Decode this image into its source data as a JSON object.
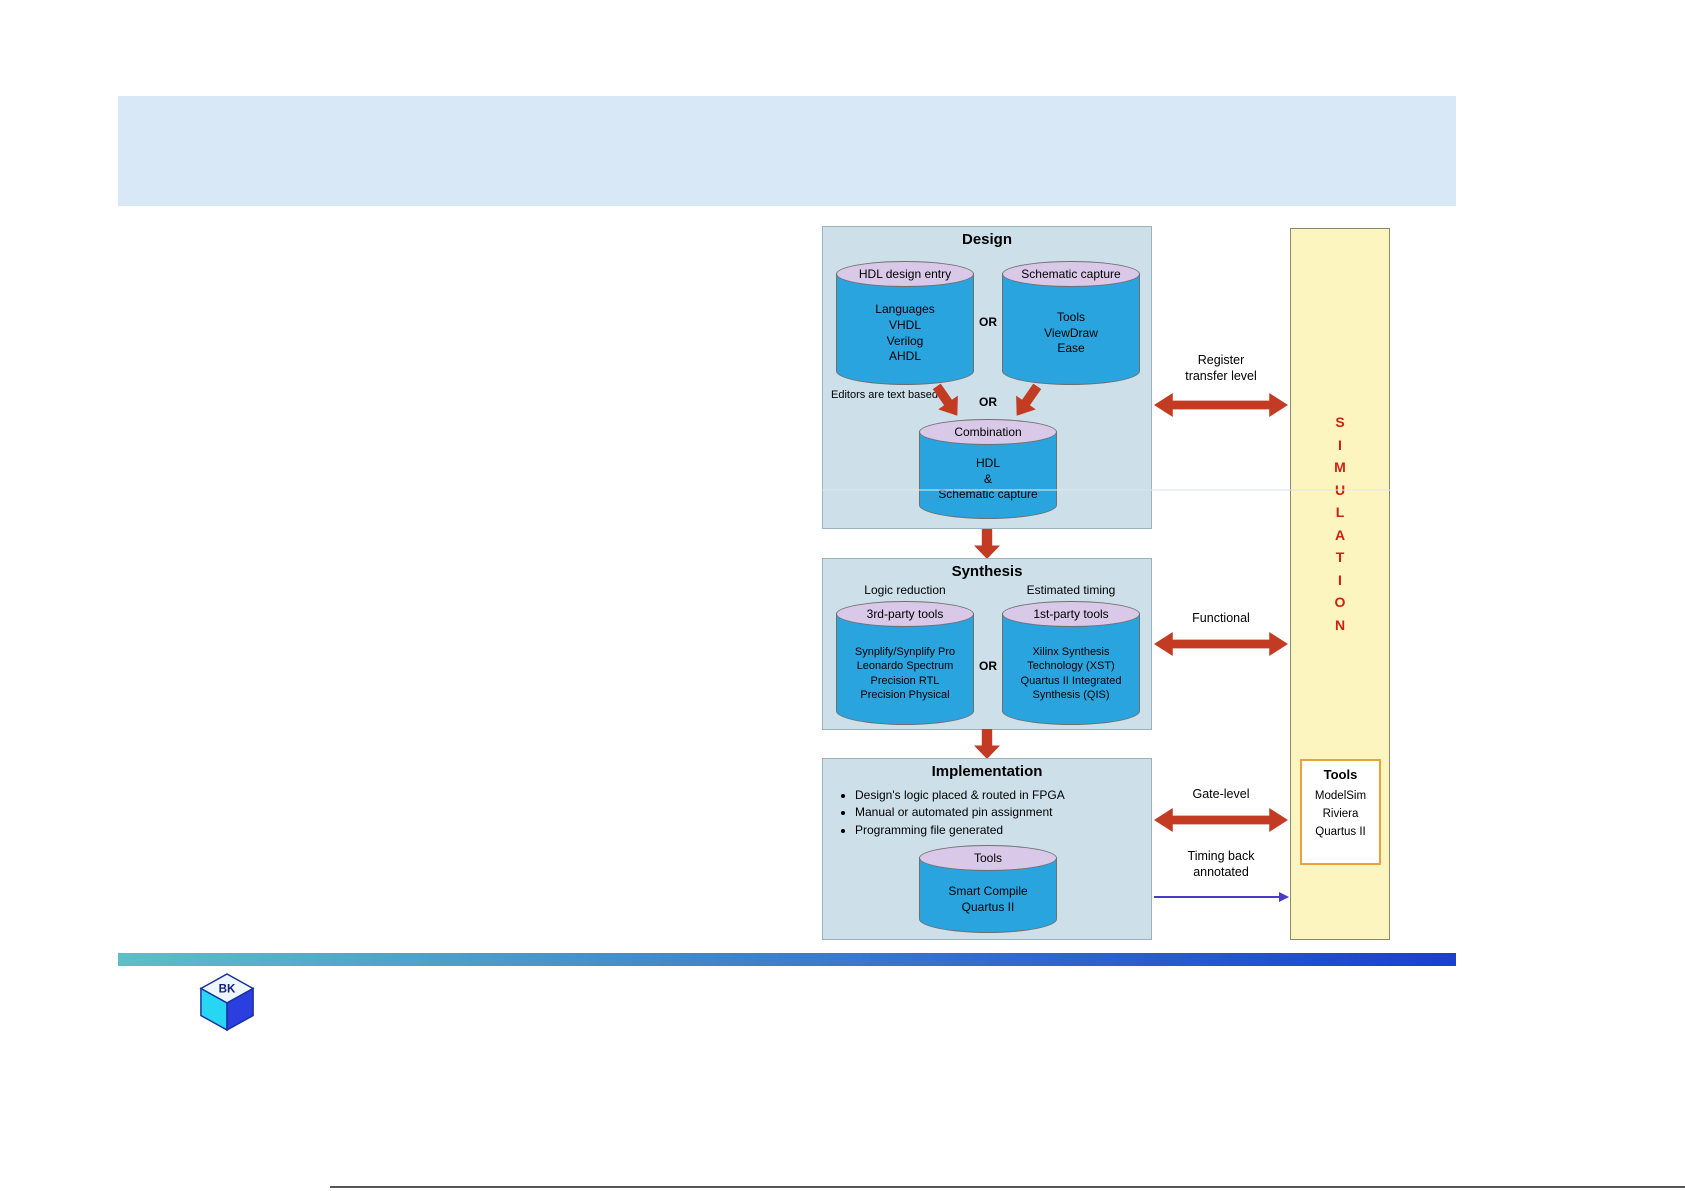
{
  "colors": {
    "header_band": "#d8e8f6",
    "panel_fill": "#cddfe9",
    "cylinder_body": "#29a4de",
    "cylinder_cap": "#d9c8e8",
    "arrow_red": "#c23b22",
    "simulation_fill": "#fcf5c0",
    "simulation_letters": "#cc2211",
    "tools_box_border": "#e8a33d",
    "timing_arrow": "#4b39c9",
    "footer_bar_left": "#5ebec6",
    "footer_bar_right": "#1b3fd0"
  },
  "design": {
    "title": "Design",
    "hdl_cylinder": {
      "label": "HDL design entry",
      "lines": [
        "Languages",
        "VHDL",
        "Verilog",
        "AHDL"
      ]
    },
    "or_top": "OR",
    "schematic_cylinder": {
      "label": "Schematic capture",
      "lines": [
        "Tools",
        "ViewDraw",
        "Ease"
      ]
    },
    "note": "Editors are text based.",
    "or_bottom": "OR",
    "combination_cylinder": {
      "label": "Combination",
      "lines": [
        "HDL",
        "&",
        "Schematic capture"
      ]
    }
  },
  "synthesis": {
    "title": "Synthesis",
    "left_caption": "Logic reduction",
    "right_caption": "Estimated timing",
    "third_party_cylinder": {
      "label": "3rd-party tools",
      "lines": [
        "Synplify/Synplify Pro",
        "Leonardo Spectrum",
        "Precision RTL",
        "Precision Physical"
      ]
    },
    "or": "OR",
    "first_party_cylinder": {
      "label": "1st-party tools",
      "lines": [
        "Xilinx Synthesis",
        "Technology (XST)",
        "Quartus II Integrated",
        "Synthesis (QIS)"
      ]
    }
  },
  "implementation": {
    "title": "Implementation",
    "bullets": [
      "Design's logic placed & routed in FPGA",
      "Manual or automated pin assignment",
      "Programming file generated"
    ],
    "tools_cylinder": {
      "label": "Tools",
      "lines": [
        "Smart Compile",
        "Quartus II"
      ]
    }
  },
  "simulation": {
    "letters": [
      "S",
      "I",
      "M",
      "U",
      "L",
      "A",
      "T",
      "I",
      "O",
      "N"
    ],
    "tools_box": {
      "title": "Tools",
      "items": [
        "ModelSim",
        "Riviera",
        "Quartus II"
      ]
    }
  },
  "connectors": {
    "register_transfer": [
      "Register",
      "transfer level"
    ],
    "functional": "Functional",
    "gate_level": "Gate-level",
    "timing_back": [
      "Timing back",
      "annotated"
    ]
  },
  "logo": {
    "text": "BK"
  }
}
